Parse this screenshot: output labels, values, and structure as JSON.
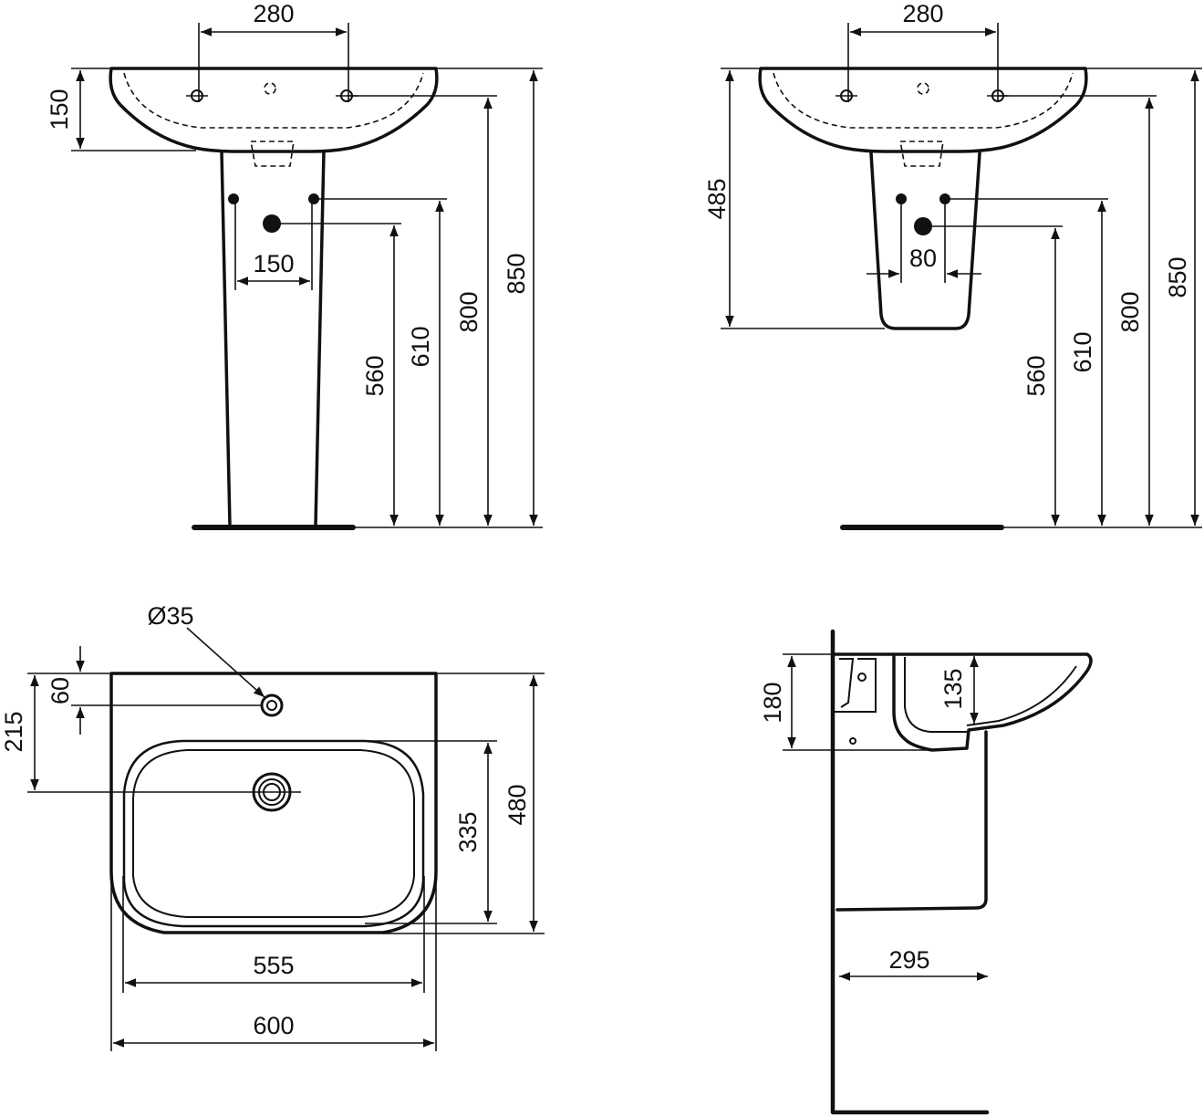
{
  "views": {
    "front_pedestal": {
      "width_taps": "280",
      "basin_height": "150",
      "inlet_spacing": "150",
      "waste_height": "560",
      "supply_height": "610",
      "tap_height": "800",
      "rim_height": "850"
    },
    "front_semipedestal": {
      "width_taps": "280",
      "semipedestal_height": "485",
      "inlet_spacing": "80",
      "waste_height": "560",
      "supply_height": "610",
      "tap_height": "800",
      "rim_height": "850"
    },
    "plan": {
      "tap_hole_diameter": "Ø35",
      "tap_hole_offset": "60",
      "waste_offset": "215",
      "bowl_depth": "335",
      "overall_depth": "480",
      "bowl_width": "555",
      "overall_width": "600"
    },
    "side": {
      "basin_height": "180",
      "bowl_depth": "135",
      "projection": "295"
    }
  },
  "colors": {
    "line": "#111111",
    "background": "#ffffff"
  }
}
